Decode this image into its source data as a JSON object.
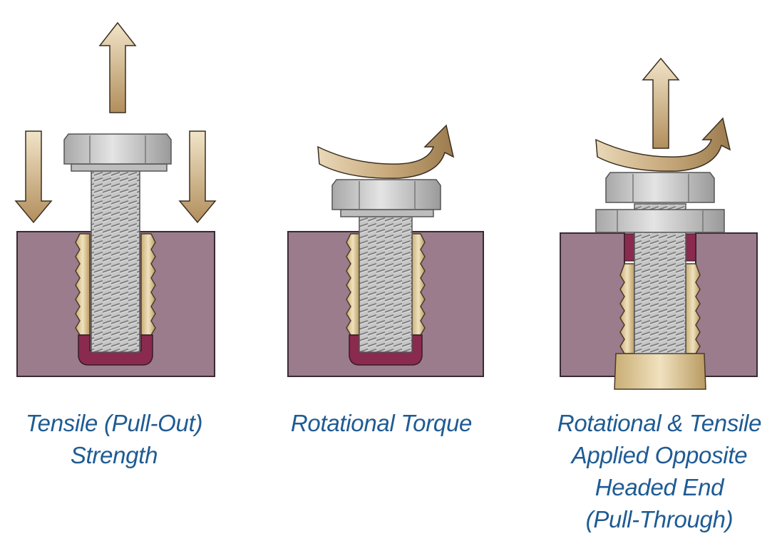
{
  "panels": [
    {
      "id": "tensile",
      "caption_lines": [
        "Tensile (Pull-Out)",
        "Strength"
      ]
    },
    {
      "id": "torque",
      "caption_lines": [
        "Rotational Torque"
      ]
    },
    {
      "id": "pull-through",
      "caption_lines": [
        "Rotational & Tensile",
        "Applied Opposite",
        "Headed End",
        "(Pull-Through)"
      ]
    }
  ],
  "colors": {
    "block": "#9a7c8c",
    "block_edge": "#3a2a32",
    "insert": "#dcc79b",
    "insert_dark": "#b79a62",
    "sealant": "#8a2a4f",
    "bolt": "#c9c9c9",
    "bolt_dark": "#8d8d8d",
    "arrow": "#c9ab7e",
    "caption": "#1f5b93"
  }
}
